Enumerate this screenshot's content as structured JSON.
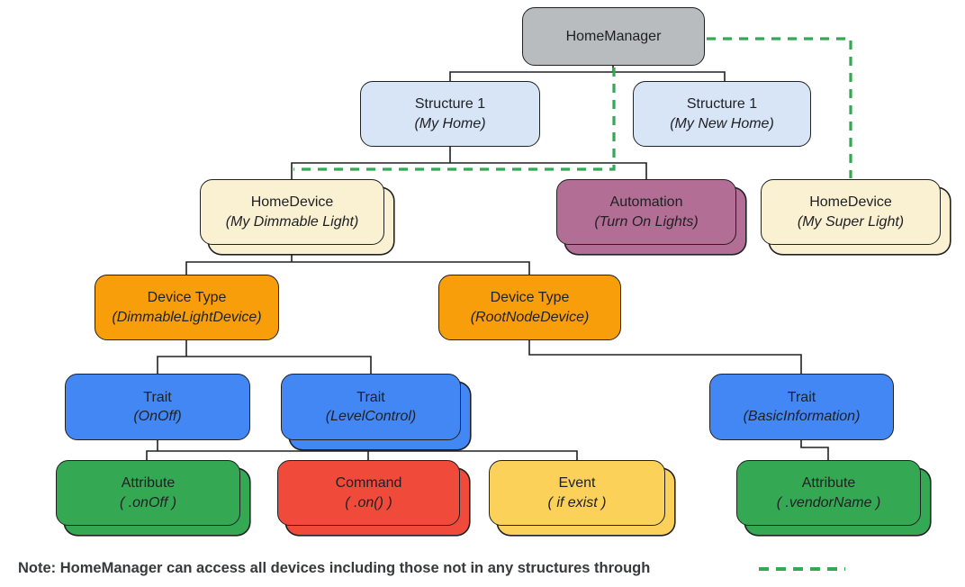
{
  "colors": {
    "line": "#1F2123",
    "gray": "#B9BCBE",
    "light_blue": "#D7E5F7",
    "cream": "#FAF1D2",
    "mauve": "#B26E94",
    "orange": "#F99E0B",
    "blue": "#4387F5",
    "green": "#34A853",
    "red": "#F04A3B",
    "yellow": "#FBD15A",
    "green_dash": "#34A853"
  },
  "nodes": {
    "home_manager": {
      "label": "HomeManager"
    },
    "structure_my_home": {
      "label": "Structure 1",
      "sublabel": "(My Home)"
    },
    "structure_new_home": {
      "label": "Structure 1",
      "sublabel": "(My New Home)"
    },
    "home_device_dimmable": {
      "label": "HomeDevice",
      "sublabel": "(My Dimmable Light)"
    },
    "automation": {
      "label": "Automation",
      "sublabel": "(Turn On Lights)"
    },
    "home_device_super": {
      "label": "HomeDevice",
      "sublabel": "(My Super Light)"
    },
    "device_type_dimmable": {
      "label": "Device Type",
      "sublabel": "(DimmableLightDevice)"
    },
    "device_type_root": {
      "label": "Device Type",
      "sublabel": "(RootNodeDevice)"
    },
    "trait_onoff": {
      "label": "Trait",
      "sublabel": "(OnOff)"
    },
    "trait_levelcontrol": {
      "label": "Trait",
      "sublabel": "(LevelControl)"
    },
    "trait_basicinfo": {
      "label": "Trait",
      "sublabel": "(BasicInformation)"
    },
    "attribute_onoff": {
      "label": "Attribute",
      "sublabel": "( .onOff )"
    },
    "command_on": {
      "label": "Command",
      "sublabel": "( .on() )"
    },
    "event_if_exist": {
      "label": "Event",
      "sublabel": "( if exist )"
    },
    "attribute_vendorname": {
      "label": "Attribute",
      "sublabel": "( .vendorName )"
    }
  },
  "legend": {
    "note": "Note: HomeManager can access all devices including those not in any structures through"
  }
}
